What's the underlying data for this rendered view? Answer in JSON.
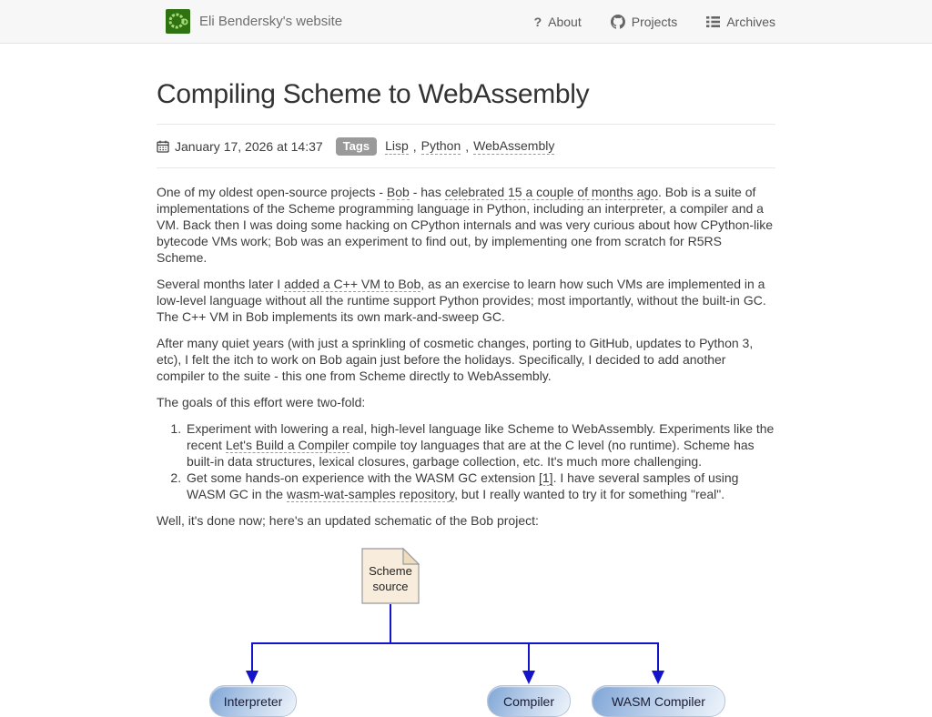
{
  "header": {
    "site_title": "Eli Bendersky's website",
    "nav": [
      {
        "label": "About",
        "icon": "question-icon",
        "icon_glyph": "?"
      },
      {
        "label": "Projects",
        "icon": "github-icon"
      },
      {
        "label": "Archives",
        "icon": "list-icon"
      }
    ]
  },
  "article": {
    "title": "Compiling Scheme to WebAssembly",
    "date": "January 17, 2026 at 14:37",
    "tags_label": "Tags",
    "tag_separator": ",",
    "tags": [
      "Lisp",
      "Python",
      "WebAssembly"
    ],
    "paragraphs": {
      "p1": [
        {
          "text": "One of my oldest open-source projects - "
        },
        {
          "text": "Bob",
          "link": true
        },
        {
          "text": " - has "
        },
        {
          "text": "celebrated 15 a couple of months ago",
          "link": true
        },
        {
          "text": ". Bob is a suite of implementations of the Scheme programming language in Python, including an interpreter, a compiler and a VM. Back then I was doing some hacking on CPython internals and was very curious about how CPython-like bytecode VMs work; Bob was an experiment to find out, by implementing one from scratch for R5RS Scheme."
        }
      ],
      "p2": [
        {
          "text": "Several months later I "
        },
        {
          "text": "added a C++ VM to Bob",
          "link": true
        },
        {
          "text": ", as an exercise to learn how such VMs are implemented in a low-level language without all the runtime support Python provides; most importantly, without the built-in GC. The C++ VM in Bob implements its own mark-and-sweep GC."
        }
      ],
      "p3": [
        {
          "text": "After many quiet years (with just a sprinkling of cosmetic changes, porting to GitHub, updates to Python 3, etc), I felt the itch to work on Bob again just before the holidays. Specifically, I decided to add another compiler to the suite - this one from Scheme directly to WebAssembly."
        }
      ],
      "p4": [
        {
          "text": "The goals of this effort were two-fold:"
        }
      ],
      "p5": [
        {
          "text": "Well, it's done now; here's an updated schematic of the Bob project:"
        }
      ]
    },
    "list": [
      [
        {
          "text": "Experiment with lowering a real, high-level language like Scheme to WebAssembly. Experiments like the recent "
        },
        {
          "text": "Let's Build a Compiler",
          "link": true
        },
        {
          "text": " compile toy languages that are at the C level (no runtime). Scheme has built-in data structures, lexical closures, garbage collection, etc. It's much more challenging."
        }
      ],
      [
        {
          "text": "Get some hands-on experience with the WASM GC extension "
        },
        {
          "text": "[1]",
          "link": true
        },
        {
          "text": ". I have several samples of using WASM GC in the "
        },
        {
          "text": "wasm-wat-samples repository",
          "link": true
        },
        {
          "text": ", but I really wanted to try it for something \"real\"."
        }
      ]
    ]
  },
  "diagram": {
    "source_node": "Scheme source",
    "nodes": [
      "Interpreter",
      "Compiler",
      "WASM Compiler"
    ]
  },
  "colors": {
    "header_bg": "#f7f7f7",
    "logo_green": "#2f7211",
    "logo_light_green": "#a6d978",
    "link_underline": "#9a9a9a",
    "tags_badge_bg": "#9a9a9a",
    "diagram_line": "#1313cc",
    "doc_fill": "#f8ecdc",
    "pill_gradient_start": "#7fa5d6",
    "pill_gradient_end": "#eef4fb"
  }
}
